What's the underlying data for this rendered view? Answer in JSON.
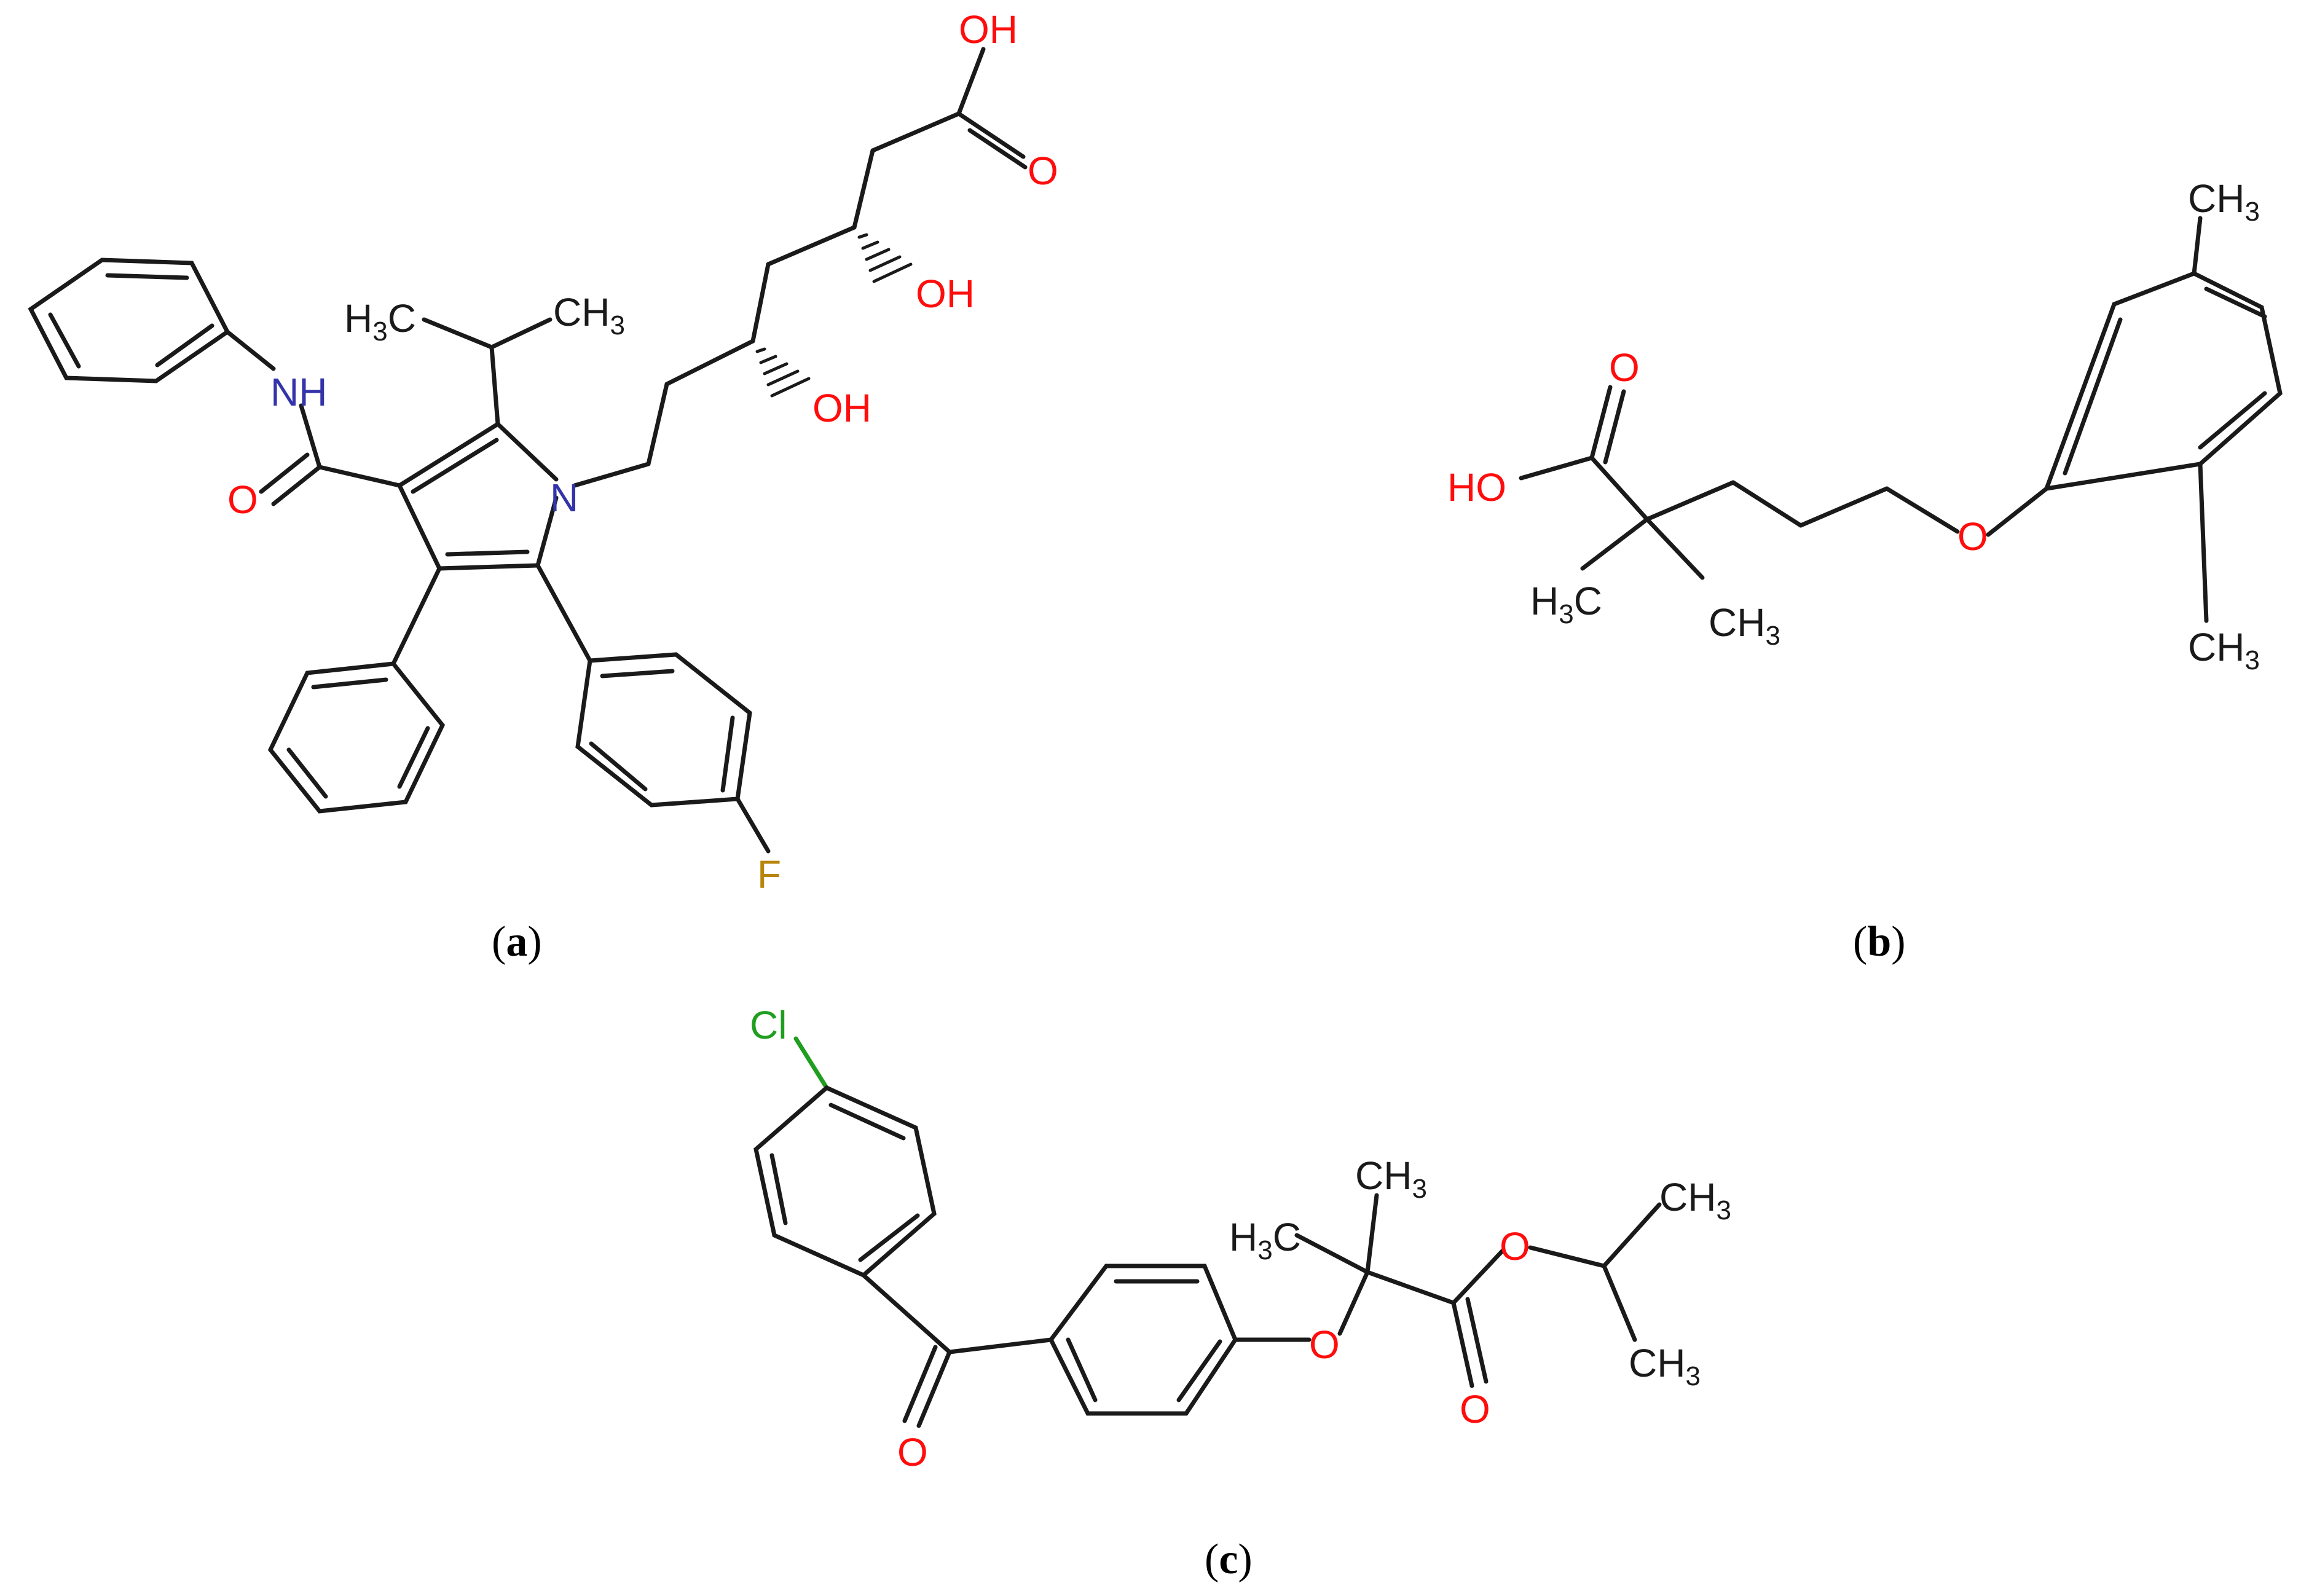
{
  "colors": {
    "bond": "#1a1a1a",
    "oxygen": "#ff0d0d",
    "nitrogen": "#3333aa",
    "fluorine": "#b8860b",
    "chlorine": "#1f9e1f",
    "carbon": "#1a1a1a"
  },
  "captions": [
    {
      "open": "(",
      "letter": "a",
      "close": ")"
    },
    {
      "open": "(",
      "letter": "b",
      "close": ")"
    },
    {
      "open": "(",
      "letter": "c",
      "close": ")"
    }
  ],
  "molecule_a": {
    "labels": {
      "oh_acid": "OH",
      "o_acid": "O",
      "oh_upper": "OH",
      "oh_lower": "OH",
      "h3c": "H3C",
      "ch3": "CH3",
      "nh": "NH",
      "n": "N",
      "o_amide": "O",
      "f": "F"
    }
  },
  "molecule_b": {
    "labels": {
      "o_acid": "O",
      "ho": "HO",
      "h3c": "H3C",
      "ch3_gem": "CH3",
      "o_ether": "O",
      "ch3_top": "CH3",
      "ch3_bottom": "CH3"
    }
  },
  "molecule_c": {
    "labels": {
      "cl": "Cl",
      "o_ketone": "O",
      "o_ether": "O",
      "h3c": "H3C",
      "ch3_top": "CH3",
      "o_ester_single": "O",
      "o_ester_double": "O",
      "ch3_iso_top": "CH3",
      "ch3_iso_bottom": "CH3"
    }
  }
}
